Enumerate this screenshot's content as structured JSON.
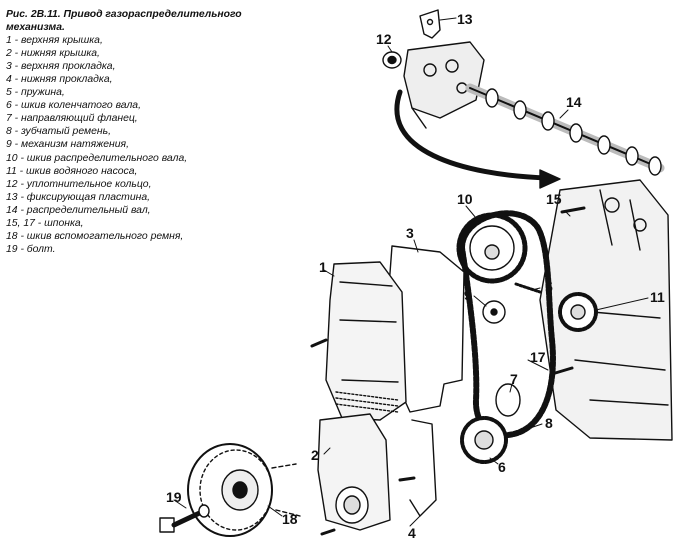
{
  "caption": {
    "title_line1": "Рис. 2В.11. Привод газораспределительного",
    "title_line2": "механизма.",
    "legend": [
      "1 - верхняя крышка,",
      "2 - нижняя крышка,",
      "3 - верхняя прокладка,",
      "4 - нижняя прокладка,",
      "5 - пружина,",
      "6 - шкив коленчатого вала,",
      "7 - направляющий фланец,",
      "8 - зубчатый ремень,",
      "9 - механизм натяжения,",
      "10 - шкив распределительного вала,",
      "11 - шкив водяного насоса,",
      "12 - уплотнительное кольцо,",
      "13 - фиксирующая пластина,",
      "14 - распределительный вал,",
      "15, 17 - шпонка,",
      "18 - шкив вспомогательного ремня,",
      "19 - болт."
    ]
  },
  "callouts": {
    "n1": "1",
    "n2": "2",
    "n3": "3",
    "n4": "4",
    "n5": "5",
    "n6": "6",
    "n7": "7",
    "n8": "8",
    "n9": "9",
    "n10": "10",
    "n11": "11",
    "n12": "12",
    "n13": "13",
    "n14": "14",
    "n15": "15",
    "n17": "17",
    "n18": "18",
    "n19": "19"
  }
}
